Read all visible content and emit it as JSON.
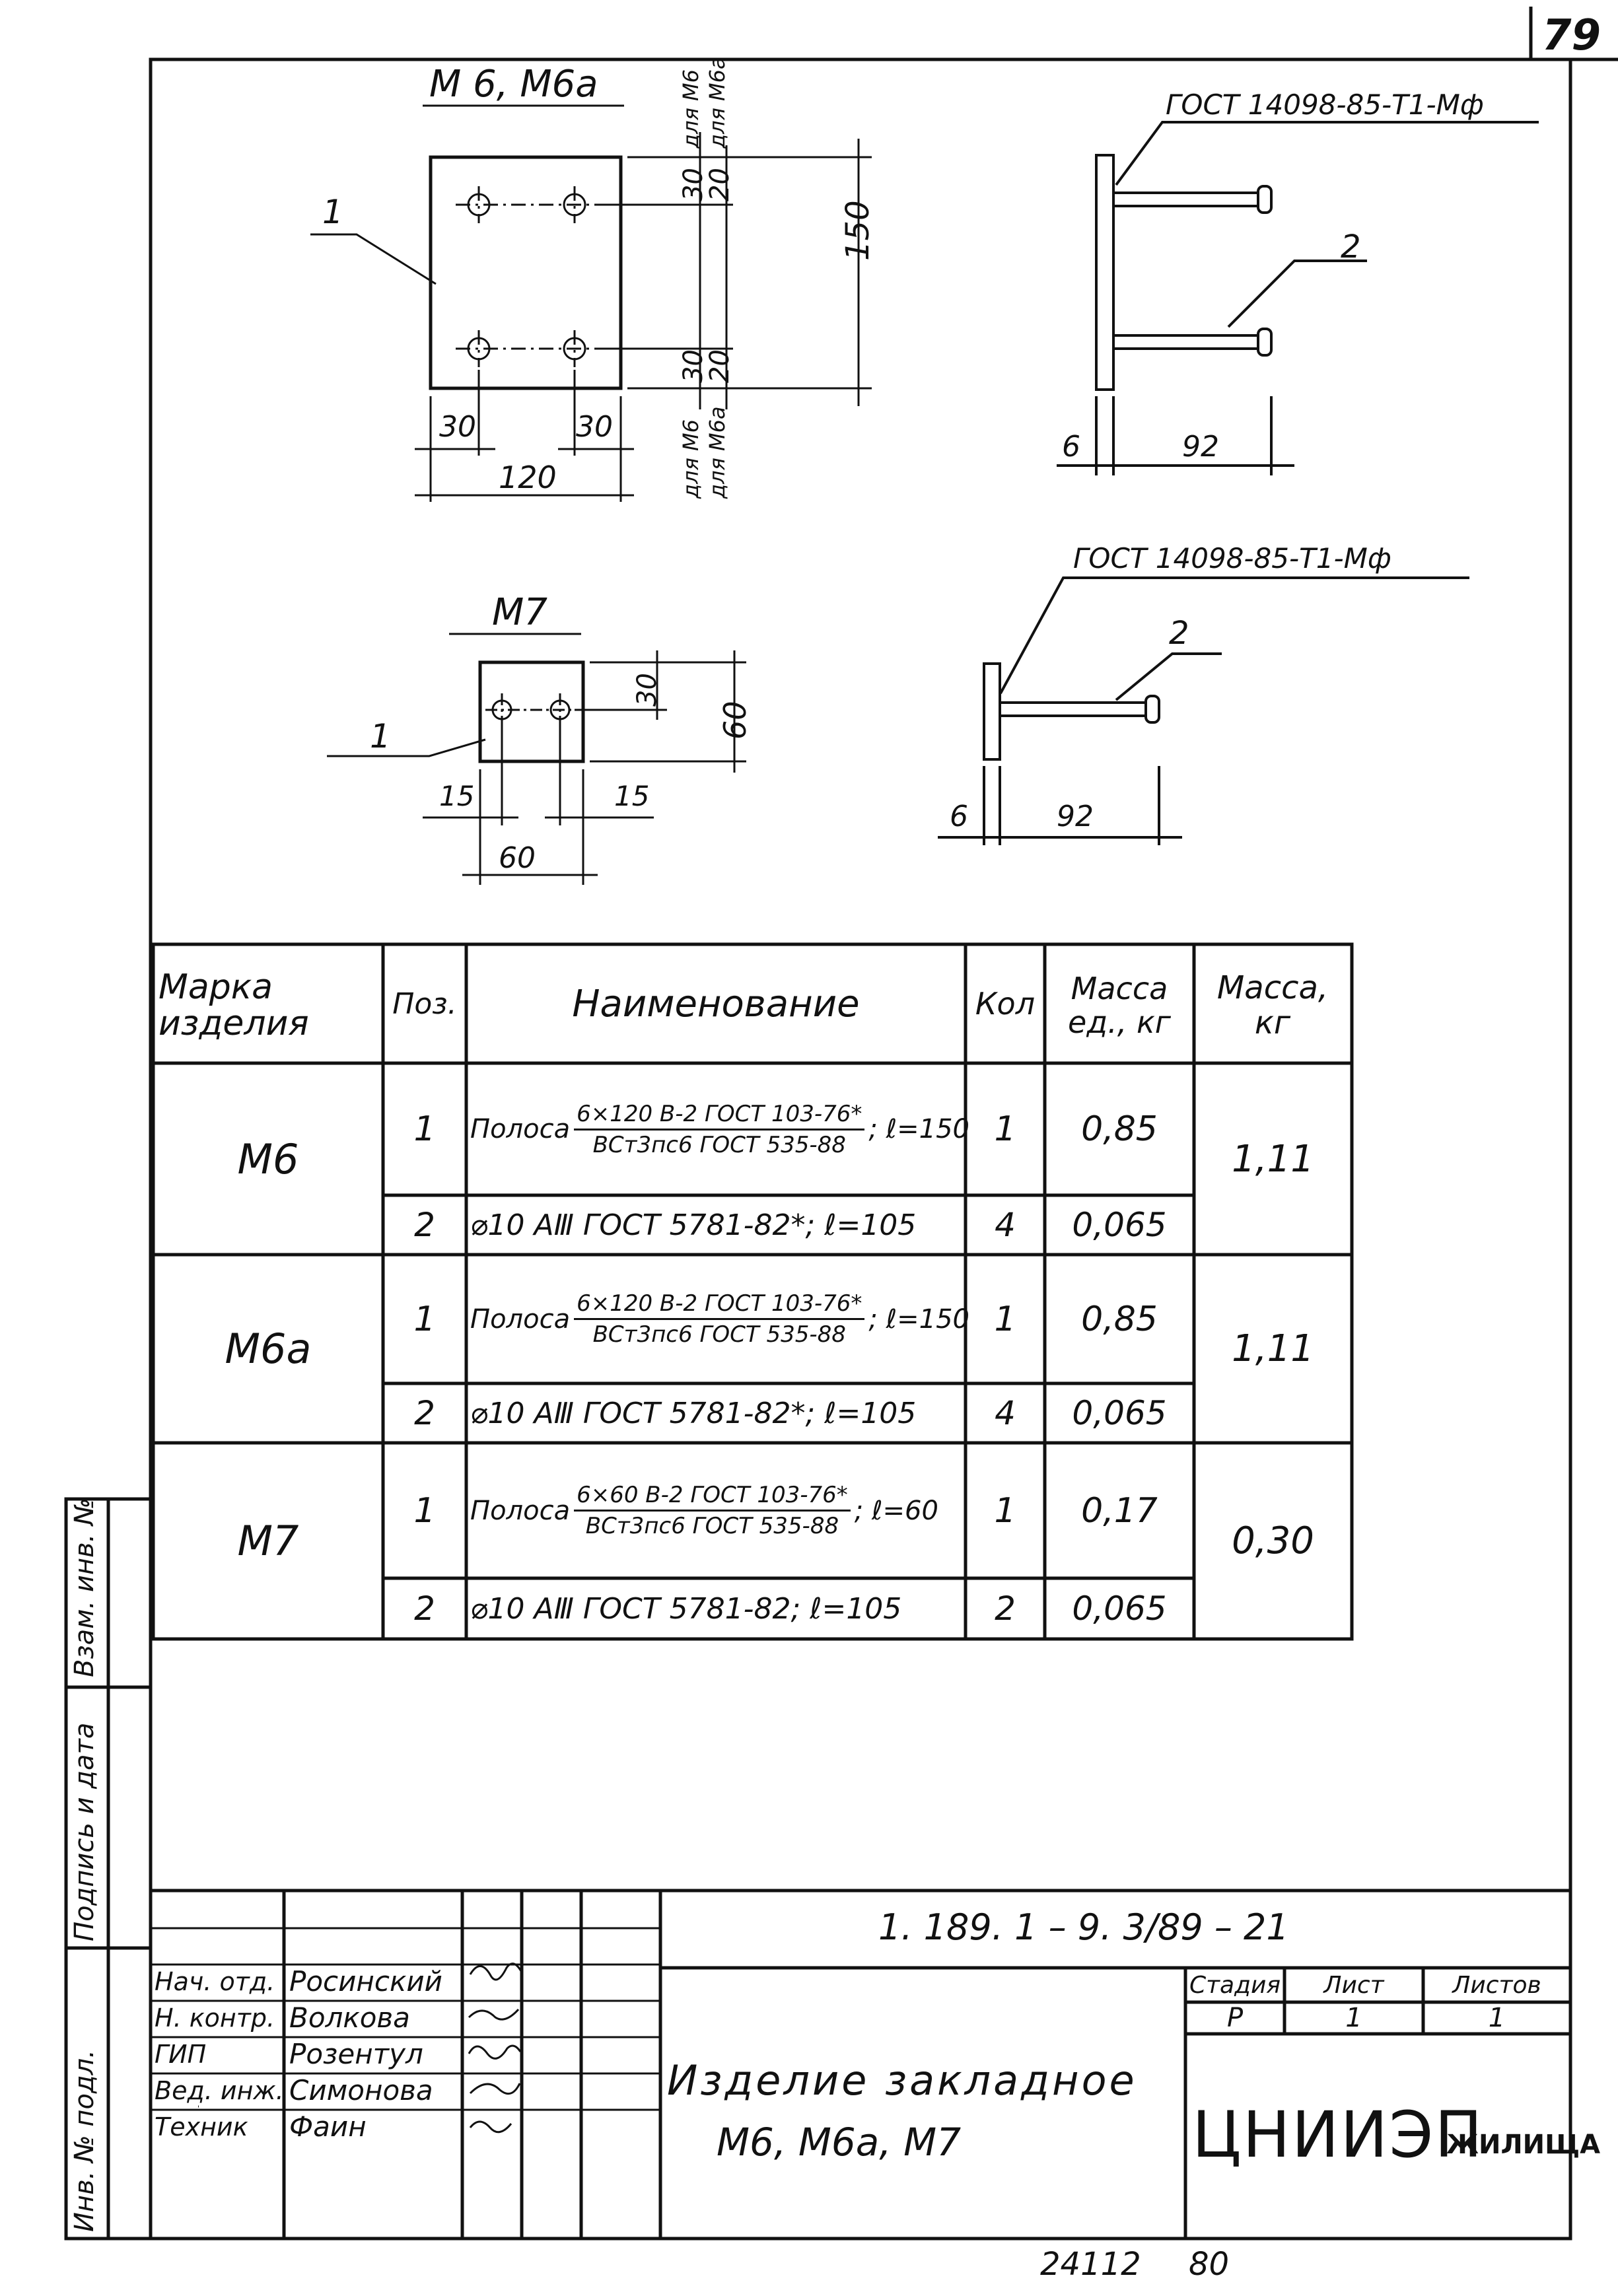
{
  "sheet_number": "79",
  "drawings": {
    "m6": {
      "title": "М 6, М6а",
      "plate": {
        "width": "120",
        "height": "150",
        "edge_left": "30",
        "edge_right": "30",
        "pos": "1"
      },
      "hole_offsets": {
        "top_m6": "30",
        "top_m6a": "20",
        "bottom_m6": "30",
        "bottom_m6a": "20"
      },
      "labels": {
        "for_m6": "для М6",
        "for_m6a": "для М6а"
      },
      "side": {
        "gost": "ГОСТ 14098-85-Т1-Мф",
        "pos": "2",
        "thickness": "6",
        "length": "92"
      }
    },
    "m7": {
      "title": "М7",
      "plate": {
        "width": "60",
        "height": "60",
        "edge_left": "15",
        "edge_right": "15",
        "hole_offset": "30",
        "pos": "1"
      },
      "side": {
        "gost": "ГОСТ 14098-85-Т1-Мф",
        "pos": "2",
        "thickness": "6",
        "length": "92"
      }
    }
  },
  "spec_table": {
    "headers": {
      "mark": "Марка изделия",
      "pos": "Поз.",
      "name": "Наименование",
      "qty": "Кол",
      "unit_mass": "Масса ед., кг",
      "mass": "Масса, кг"
    },
    "groups": [
      {
        "mark": "М6",
        "mass": "1,11",
        "rows": [
          {
            "pos": "1",
            "name_prefix": "Полоса",
            "frac_num": "6×120 В-2 ГОСТ 103-76*",
            "frac_den": "ВСт3пс6 ГОСТ 535-88",
            "name_suffix": "; ℓ=150",
            "qty": "1",
            "unit_mass": "0,85"
          },
          {
            "pos": "2",
            "name": "⌀10 AⅢ ГОСТ 5781-82*; ℓ=105",
            "qty": "4",
            "unit_mass": "0,065"
          }
        ]
      },
      {
        "mark": "М6а",
        "mass": "1,11",
        "rows": [
          {
            "pos": "1",
            "name_prefix": "Полоса",
            "frac_num": "6×120 В-2 ГОСТ 103-76*",
            "frac_den": "ВСт3пс6 ГОСТ 535-88",
            "name_suffix": "; ℓ=150",
            "qty": "1",
            "unit_mass": "0,85"
          },
          {
            "pos": "2",
            "name": "⌀10 AⅢ ГОСТ 5781-82*; ℓ=105",
            "qty": "4",
            "unit_mass": "0,065"
          }
        ]
      },
      {
        "mark": "М7",
        "mass": "0,30",
        "rows": [
          {
            "pos": "1",
            "name_prefix": "Полоса",
            "frac_num": "6×60 В-2 ГОСТ 103-76*",
            "frac_den": "ВСт3пс6 ГОСТ 535-88",
            "name_suffix": "; ℓ=60",
            "qty": "1",
            "unit_mass": "0,17"
          },
          {
            "pos": "2",
            "name": "⌀10 AⅢ ГОСТ 5781-82; ℓ=105",
            "qty": "2",
            "unit_mass": "0,065"
          }
        ]
      }
    ]
  },
  "side_stamp": {
    "inv_original": "Инв. № подл.",
    "signature_date": "Подпись и дата",
    "replaced_inv": "Взам. инв. №"
  },
  "title_block": {
    "document_code": "1. 189. 1 – 9. 3/89 – 21",
    "signatories": [
      {
        "role": "Нач. отд.",
        "name": "Росинский"
      },
      {
        "role": "Н. контр.",
        "name": "Волкова"
      },
      {
        "role": "ГИП",
        "name": "Розентул"
      },
      {
        "role": "Вед. инж.",
        "name": "Симонова"
      },
      {
        "role": "Техник",
        "name": "Фаин"
      }
    ],
    "title_line1": "Изделие закладное",
    "title_line2": "М6, М6а, М7",
    "stage_header": "Стадия",
    "sheet_header": "Лист",
    "sheets_header": "Листов",
    "stage": "Р",
    "sheet": "1",
    "sheets": "1",
    "organization": "ЦНИИЭП",
    "organization_suffix": "ЖИЛИЩА"
  },
  "footer": {
    "archive_number": "24112",
    "page": "80"
  }
}
